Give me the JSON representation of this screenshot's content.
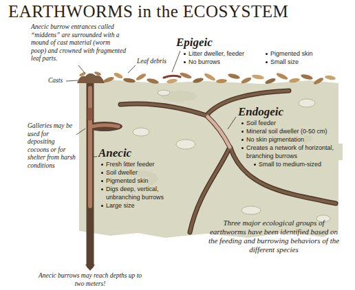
{
  "diagram": {
    "title": "EARTHWORMS in the ECOSYSTEM",
    "labels": [
      "Anecic burrow entrances called “middens” are surrounded with a mound of cast material (worm poop) and crowned with fragmented leaf parts.",
      "Leaf debris",
      "Casts",
      "Epigeic",
      "Litter dweller, feeder",
      "No burrows",
      "Pigmented skin",
      "Small size",
      "Endogeic",
      "Soil feeder",
      "Mineral soil dweller (0-50 cm)",
      "No skin pigmentation",
      "Creates a network of horizontal, branching burrows",
      "Small to medium-sized",
      "Galleries may be used for depositing cocoons or for shelter from harsh conditions",
      "Anecic",
      "Fresh litter feeder",
      "Soil dweller",
      "Pigmented skin",
      "Digs deep, vertical, unbranching burrows",
      "Large size",
      "Three major ecological groups of earthworms have been identified based on the feeding and burrowing behaviors of the different species",
      "Anecic burrows may reach depths up to two meters!"
    ]
  }
}
